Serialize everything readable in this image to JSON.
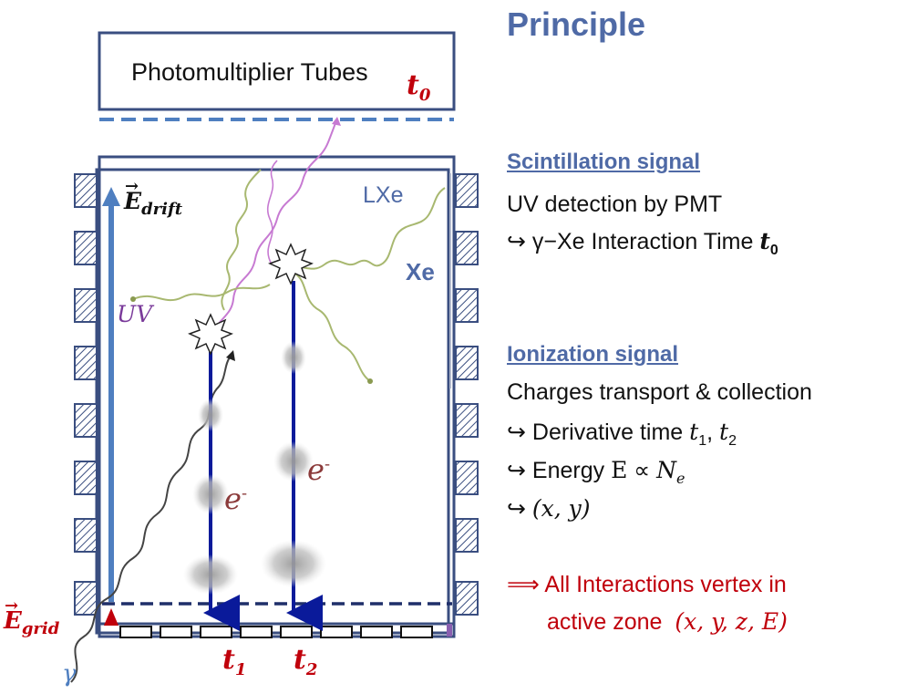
{
  "title": "Principle",
  "labels": {
    "pmt": "Photomultiplier Tubes",
    "t0_overlay": "t0",
    "lxe": "LXe",
    "xe": "Xe",
    "uv": "UV",
    "e_drift": "E drift",
    "e_grid": "E grid",
    "electron_1": "e-",
    "electron_2": "e-",
    "t1": "t1",
    "t2": "t2",
    "gamma": "γ"
  },
  "scintillation": {
    "heading": "Scintillation signal",
    "line1": "UV detection by PMT",
    "line2": "↪ γ−Xe Interaction Time t0"
  },
  "ionization": {
    "heading": "Ionization signal",
    "line1": "Charges transport & collection",
    "line2": "↪ Derivative time t1, t2",
    "line3": "↪ Energy E ∝ Ne",
    "line4": "↪ (x, y)"
  },
  "conclusion": {
    "line1": "⟹ All Interactions vertex in",
    "line2": "active zone  (x, y, z, E)"
  },
  "colors": {
    "accent": "#4f6aa6",
    "drift_line": "#0a1a9a",
    "red": "#c0000b",
    "uv_purple": "#7a3a9a"
  }
}
